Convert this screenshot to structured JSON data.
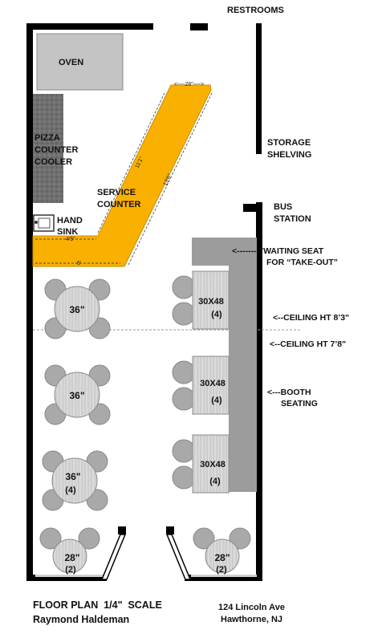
{
  "labels": {
    "restrooms": "RESTROOMS",
    "oven": "OVEN",
    "pizza_1": "PIZZA",
    "pizza_2": "COUNTER",
    "pizza_3": "COOLER",
    "service_1": "SERVICE",
    "service_2": "COUNTER",
    "hand_1": "HAND",
    "hand_2": "SINK",
    "storage_1": "STORAGE",
    "storage_2": "SHELVING",
    "bus_1": "BUS",
    "bus_2": "STATION",
    "waiting_1": "<--------\"WAITING SEAT",
    "waiting_2": "FOR “TAKE-OUT”",
    "ceiling_1": "<--CEILING HT 8’3\"",
    "ceiling_2": "<--CEILING HT 7’8\"",
    "booth_1": "<---BOOTH",
    "booth_2": "SEATING"
  },
  "dimensions": {
    "top_28": "<----28\"---->",
    "diag_11": "11'1\"",
    "diag_13": "13'6\"",
    "bottom_45": "4'5\"",
    "bottom_6": "6'"
  },
  "tables": {
    "round_36a": "36\"",
    "round_36b": "36\"",
    "round_36c": "36\"",
    "round_36c_seats": "(4)",
    "round_28a": "28\"",
    "round_28a_seats": "(2)",
    "round_28b": "28\"",
    "round_28b_seats": "(2)",
    "booth_size_1": "30X48",
    "booth_seats_1": "(4)",
    "booth_size_2": "30X48",
    "booth_seats_2": "(4)",
    "booth_size_3": "30X48",
    "booth_seats_3": "(4)"
  },
  "footer": {
    "title": "FLOOR PLAN  1/4\"  SCALE",
    "author": "Raymond Haldeman",
    "address_1": "124 Lincoln Ave",
    "address_2": "Hawthorne, NJ"
  },
  "colors": {
    "counter": "#f9b000",
    "wall": "#000000",
    "oven": "#c4c4c4",
    "booth": "#9c9c9c",
    "chair": "#a9a9a9"
  }
}
